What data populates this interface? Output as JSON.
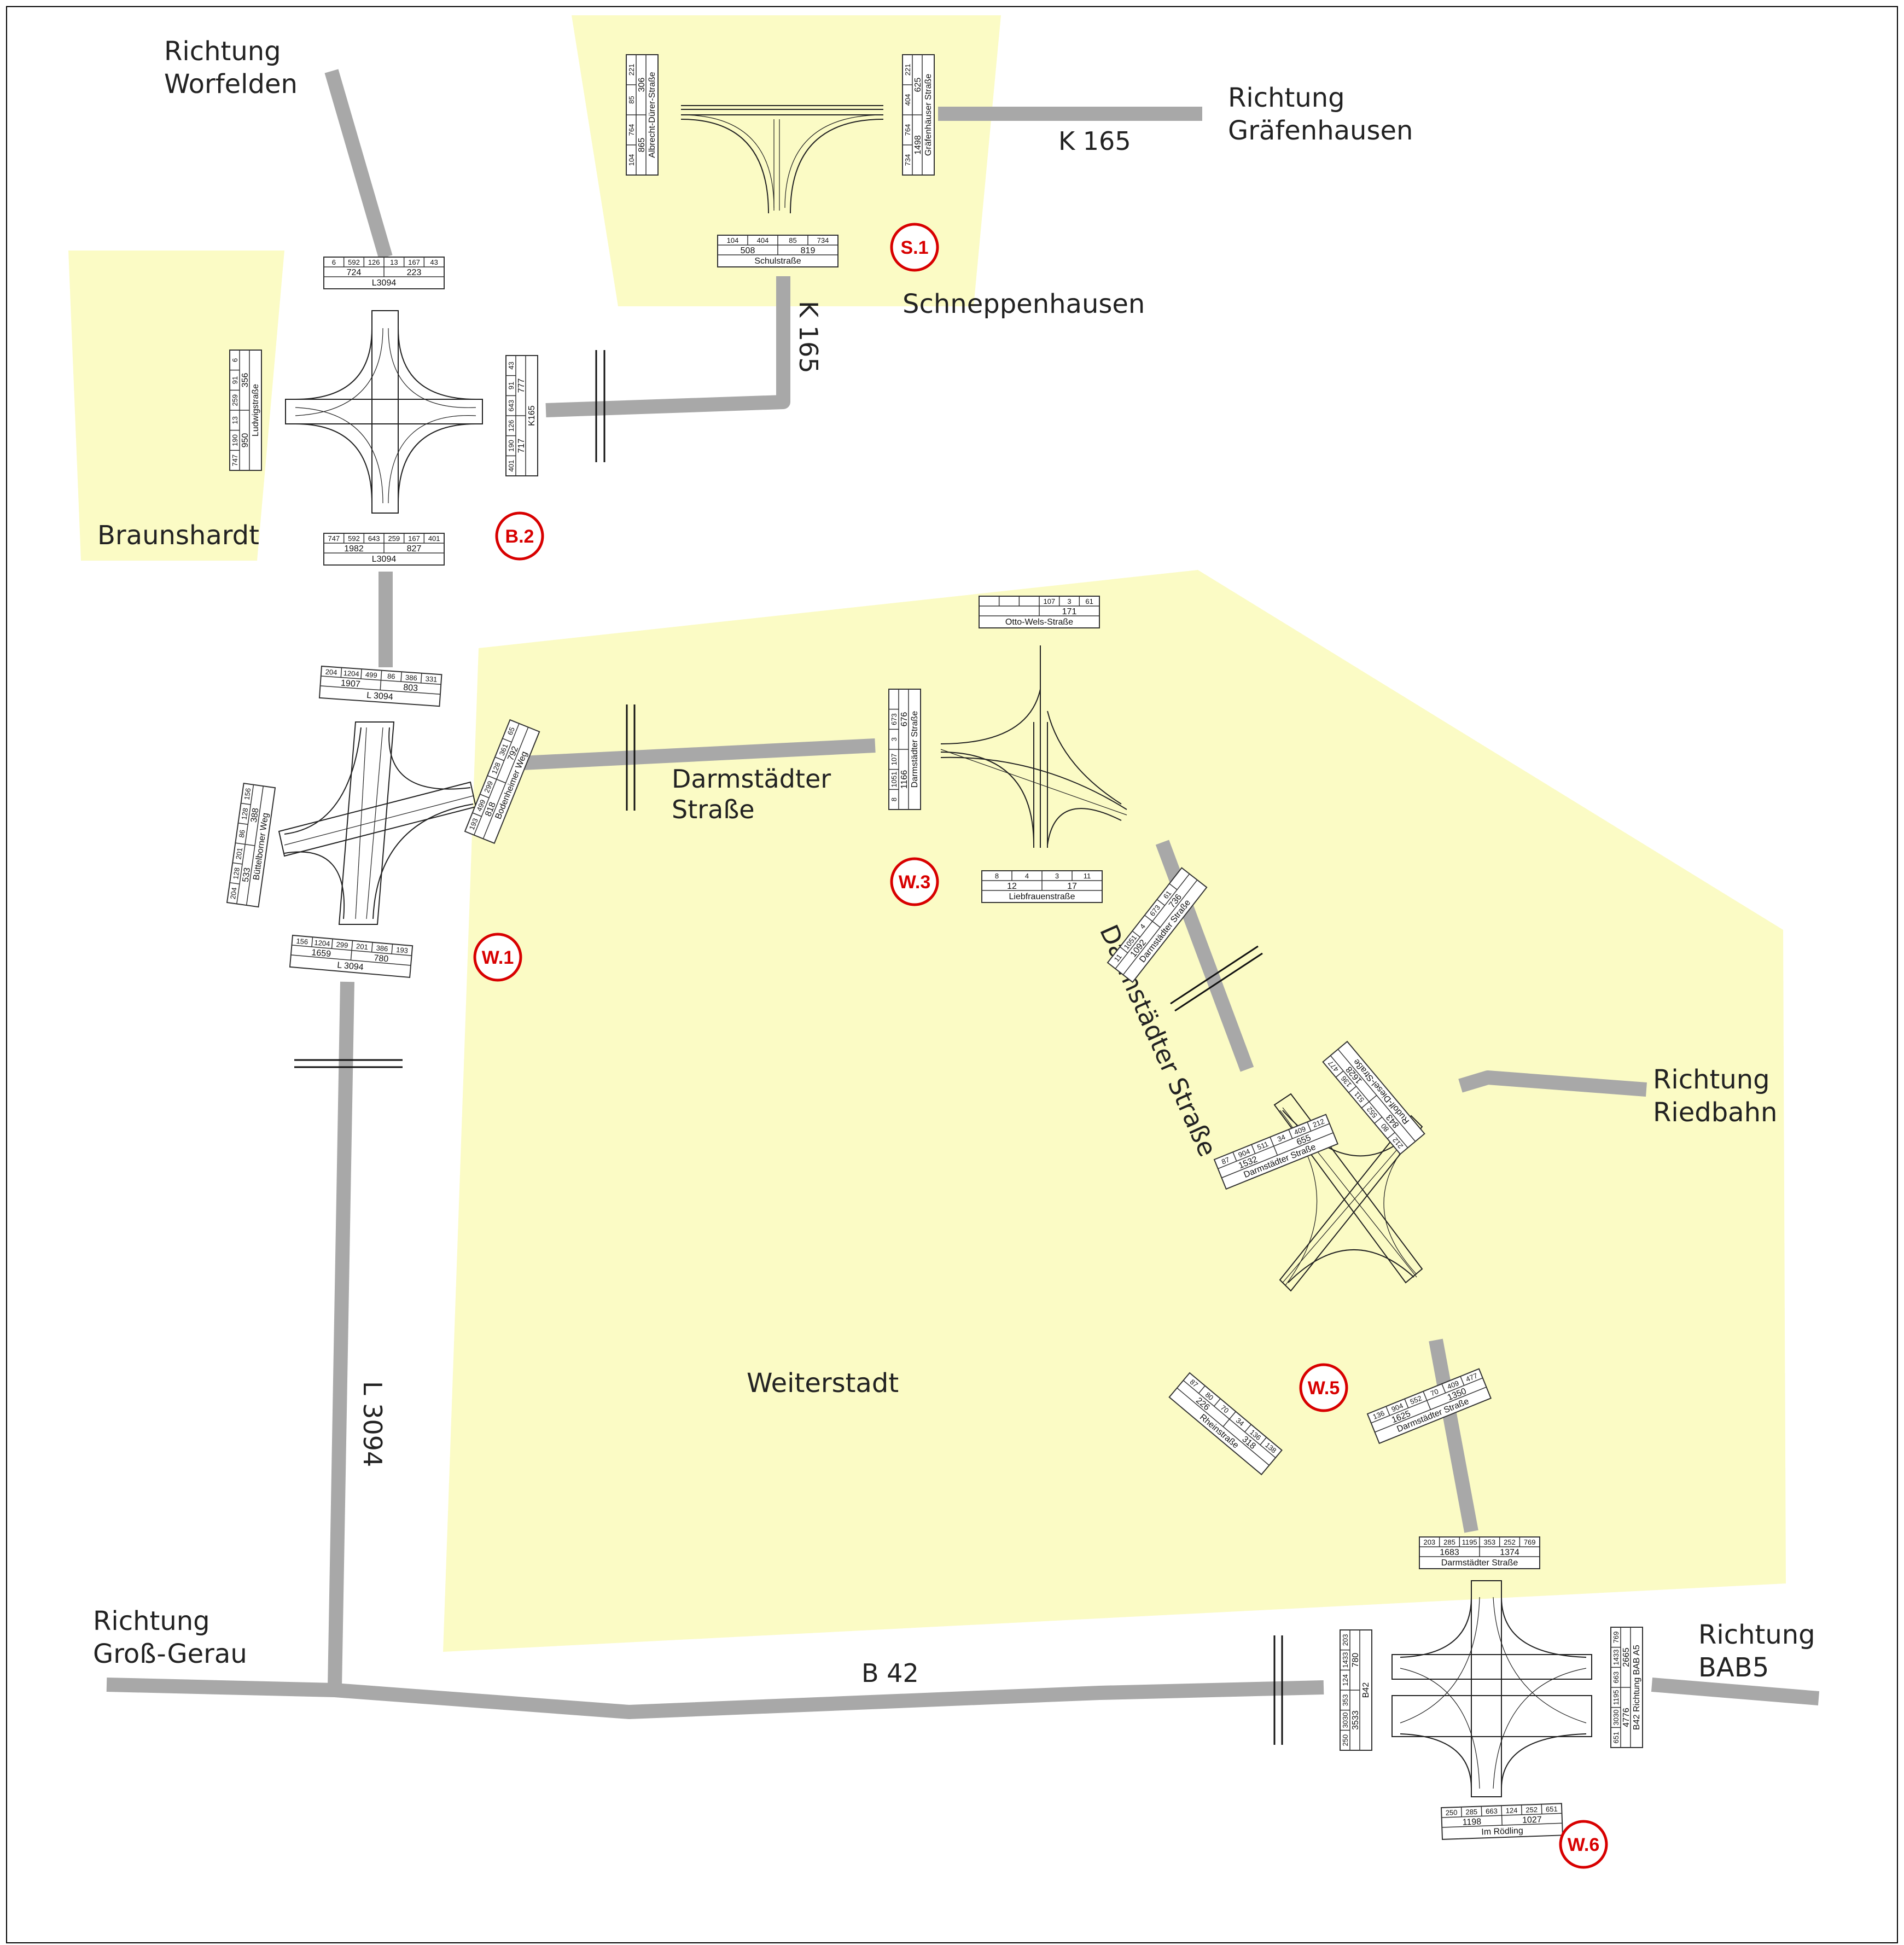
{
  "colors": {
    "zone": "#fbfbc5",
    "road": "#a8a8a8",
    "badge": "#d80000",
    "text": "#222222"
  },
  "places": {
    "richtung_worfelden": [
      "Richtung",
      "Worfelden"
    ],
    "richtung_graefenhausen": [
      "Richtung",
      "Gräfenhausen"
    ],
    "richtung_riedbahn": [
      "Richtung",
      "Riedbahn"
    ],
    "richtung_gross_gerau": [
      "Richtung",
      "Groß-Gerau"
    ],
    "richtung_bab5": [
      "Richtung",
      "BAB5"
    ],
    "schneppenhausen": "Schneppenhausen",
    "braunshardt": "Braunshardt",
    "weiterstadt": "Weiterstadt"
  },
  "roads": {
    "k165_east": "K 165",
    "k165_south": "K 165",
    "l3094": "L 3094",
    "b42": "B 42",
    "darmstaedter_1": [
      "Darmstädter",
      "Straße"
    ],
    "darmstaedter_2": "Darmstädter Straße"
  },
  "badges": {
    "s1": "S.1",
    "b2": "B.2",
    "w1": "W.1",
    "w3": "W.3",
    "w5": "W.5",
    "w6": "W.6"
  },
  "intersections": {
    "s1": {
      "arm_west": {
        "name": "Albrecht-Dürer-Straße",
        "totals": [
          "865",
          "306"
        ],
        "values": [
          "104",
          "764",
          "85",
          "221"
        ]
      },
      "arm_east": {
        "name": "Gräfenhäuser Straße",
        "totals": [
          "1498",
          "625"
        ],
        "values": [
          "734",
          "764",
          "404",
          "221"
        ]
      },
      "arm_south": {
        "name": "Schulstraße",
        "totals": [
          "508",
          "819"
        ],
        "values": [
          "104",
          "404",
          "85",
          "734"
        ]
      }
    },
    "b2": {
      "arm_north": {
        "name": "L3094",
        "totals": [
          "724",
          "223"
        ],
        "values": [
          "6",
          "592",
          "126",
          "13",
          "167",
          "43"
        ]
      },
      "arm_west": {
        "name": "Ludwigstraße",
        "totals": [
          "950",
          "356"
        ],
        "values": [
          "747",
          "190",
          "13",
          "259",
          "91",
          "6"
        ]
      },
      "arm_east": {
        "name": "K165",
        "totals": [
          "717",
          "777"
        ],
        "values": [
          "401",
          "190",
          "126",
          "643",
          "91",
          "43"
        ]
      },
      "arm_south": {
        "name": "L3094",
        "totals": [
          "1982",
          "827"
        ],
        "values": [
          "747",
          "592",
          "643",
          "259",
          "167",
          "401"
        ]
      }
    },
    "w1": {
      "arm_north": {
        "name": "L 3094",
        "totals": [
          "1907",
          "803"
        ],
        "values": [
          "204",
          "1204",
          "499",
          "86",
          "386",
          "331"
        ]
      },
      "arm_west": {
        "name": "Büttelborner Weg",
        "totals": [
          "533",
          "388"
        ],
        "values": [
          "204",
          "128",
          "201",
          "86",
          "128",
          "156"
        ]
      },
      "arm_east": {
        "name": "Bodenheimer Weg",
        "totals": [
          "818",
          "792"
        ],
        "values": [
          "193",
          "499",
          "299",
          "128",
          "361",
          "65"
        ]
      },
      "arm_south": {
        "name": "L 3094",
        "totals": [
          "1659",
          "780"
        ],
        "values": [
          "156",
          "1204",
          "299",
          "201",
          "386",
          "193"
        ]
      }
    },
    "w3": {
      "arm_north": {
        "name": "Otto-Wels-Straße",
        "totals": [
          "",
          "171"
        ],
        "values": [
          "",
          "",
          "",
          "107",
          "3",
          "61"
        ]
      },
      "arm_west": {
        "name": "Darmstädter Straße",
        "totals": [
          "1166",
          "676"
        ],
        "values": [
          "8",
          "1051",
          "107",
          "3",
          "673",
          ""
        ]
      },
      "arm_east": {
        "name": "Darmstädter Straße",
        "totals": [
          "1092",
          "736"
        ],
        "values": [
          "11",
          "1051",
          "4",
          "673",
          "61",
          ""
        ]
      },
      "arm_south": {
        "name": "Liebfrauenstraße",
        "totals": [
          "12",
          "17"
        ],
        "values": [
          "8",
          "4",
          "3",
          "11"
        ]
      }
    },
    "w5": {
      "arm_north": {
        "name": "Darmstädter Straße",
        "totals": [
          "1532",
          "655"
        ],
        "values": [
          "87",
          "904",
          "511",
          "34",
          "409",
          "212"
        ]
      },
      "arm_east": {
        "name": "Rudolf-Diesel-Straße",
        "totals": [
          "843",
          "1628"
        ],
        "values": [
          "212",
          "80",
          "552",
          "511",
          "136",
          "477"
        ]
      },
      "arm_west": {
        "name": "Rheinstraße",
        "totals": [
          "226",
          "318"
        ],
        "values": [
          "87",
          "80",
          "70",
          "34",
          "136",
          "138"
        ]
      },
      "arm_south": {
        "name": "Darmstädter Straße",
        "totals": [
          "1625",
          "1350"
        ],
        "values": [
          "136",
          "904",
          "552",
          "70",
          "409",
          "477"
        ]
      }
    },
    "w6": {
      "arm_north": {
        "name": "Darmstädter Straße",
        "totals": [
          "1683",
          "1374"
        ],
        "values": [
          "203",
          "285",
          "1195",
          "353",
          "252",
          "769"
        ]
      },
      "arm_west": {
        "name": "B42",
        "totals": [
          "3533",
          "780"
        ],
        "values": [
          "250",
          "3030",
          "353",
          "124",
          "1433",
          "203"
        ]
      },
      "arm_east": {
        "name": "B42 Richtung BAB A5",
        "totals": [
          "4776",
          "2665"
        ],
        "values": [
          "651",
          "3030",
          "1195",
          "663",
          "1433",
          "769"
        ]
      },
      "arm_south": {
        "name": "Im Rödling",
        "totals": [
          "1198",
          "1027"
        ],
        "values": [
          "250",
          "285",
          "663",
          "124",
          "252",
          "651"
        ]
      }
    }
  }
}
